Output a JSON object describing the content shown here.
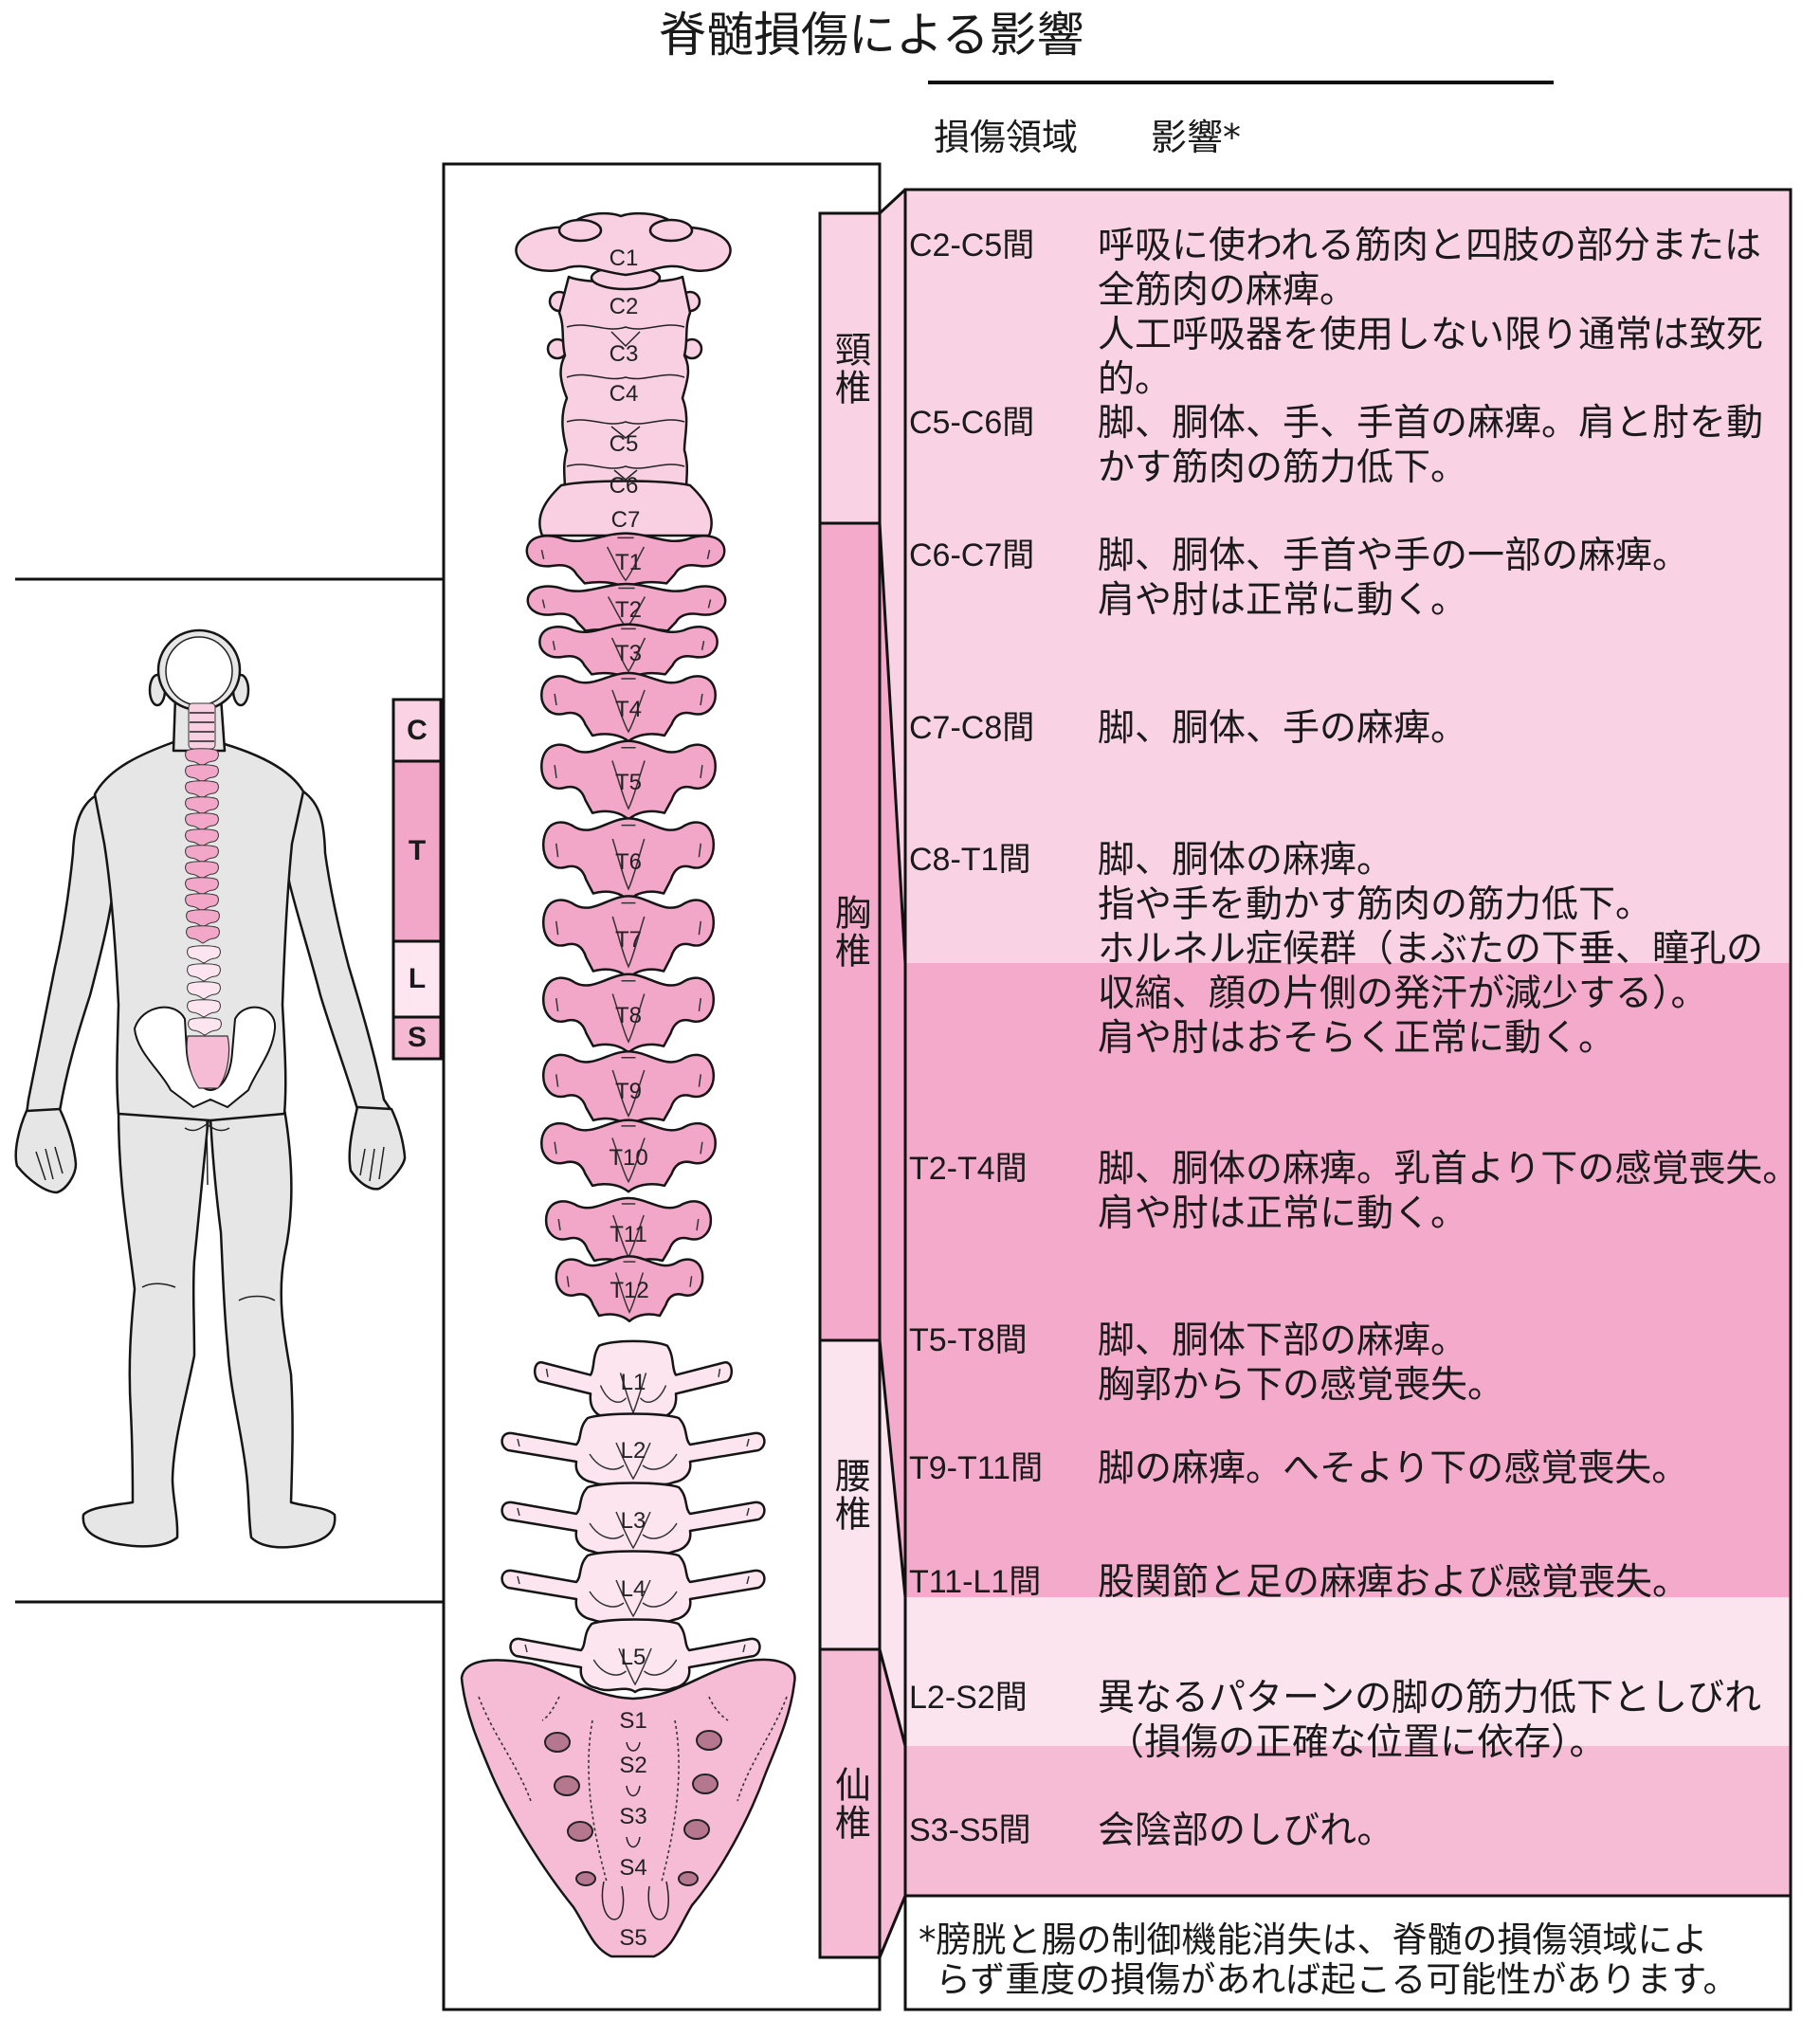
{
  "title": "脊髄損傷による影響",
  "table": {
    "header": {
      "region": "損傷領域",
      "effect": "影響*"
    },
    "rows": [
      {
        "region": "C2-C5間",
        "lines": [
          "呼吸に使われる筋肉と四肢の部分または",
          "全筋肉の麻痺。",
          "人工呼吸器を使用しない限り通常は致死",
          "的。"
        ]
      },
      {
        "region": "C5-C6間",
        "lines": [
          "脚、胴体、手、手首の麻痺。肩と肘を動",
          "かす筋肉の筋力低下。"
        ]
      },
      {
        "region": "C6-C7間",
        "lines": [
          "脚、胴体、手首や手の一部の麻痺。",
          "肩や肘は正常に動く。"
        ]
      },
      {
        "region": "C7-C8間",
        "lines": [
          "脚、胴体、手の麻痺。"
        ]
      },
      {
        "region": "C8-T1間",
        "lines": [
          "脚、胴体の麻痺。",
          "指や手を動かす筋肉の筋力低下。",
          "ホルネル症候群（まぶたの下垂、瞳孔の",
          "収縮、顔の片側の発汗が減少する）。",
          "肩や肘はおそらく正常に動く。"
        ]
      },
      {
        "region": "T2-T4間",
        "lines": [
          "脚、胴体の麻痺。乳首より下の感覚喪失。",
          "肩や肘は正常に動く。"
        ]
      },
      {
        "region": "T5-T8間",
        "lines": [
          "脚、胴体下部の麻痺。",
          "胸郭から下の感覚喪失。"
        ]
      },
      {
        "region": "T9-T11間",
        "lines": [
          "脚の麻痺。へそより下の感覚喪失。"
        ]
      },
      {
        "region": "T11-L1間",
        "lines": [
          "股関節と足の麻痺および感覚喪失。"
        ]
      },
      {
        "region": "L2-S2間",
        "lines": [
          "異なるパターンの脚の筋力低下としびれ",
          "（損傷の正確な位置に依存）。"
        ]
      },
      {
        "region": "S3-S5間",
        "lines": [
          "会陰部のしびれ。"
        ]
      }
    ]
  },
  "footnote": {
    "lines": [
      "*膀胱と腸の制御機能消失は、脊髄の損傷領域によ",
      "らず重度の損傷があれば起こる可能性があります。"
    ]
  },
  "region_bar": [
    {
      "label": "頸椎",
      "color": "#f9d3e4"
    },
    {
      "label": "胸椎",
      "color": "#f4aacb"
    },
    {
      "label": "腰椎",
      "color": "#fce4ee"
    },
    {
      "label": "仙椎",
      "color": "#f6bbd5"
    }
  ],
  "body_key": [
    {
      "label": "C",
      "color": "#f9d3e4"
    },
    {
      "label": "T",
      "color": "#f2a6c8"
    },
    {
      "label": "L",
      "color": "#fde6ef"
    },
    {
      "label": "S",
      "color": "#f6b9d4"
    }
  ],
  "spine_labels": {
    "cervical": [
      "C1",
      "C2",
      "C3",
      "C4",
      "C5",
      "C6",
      "C7"
    ],
    "thoracic": [
      "T1",
      "T2",
      "T3",
      "T4",
      "T5",
      "T6",
      "T7",
      "T8",
      "T9",
      "T10",
      "T11",
      "T12"
    ],
    "lumbar": [
      "L1",
      "L2",
      "L3",
      "L4",
      "L5"
    ],
    "sacral": [
      "S1",
      "S2",
      "S3",
      "S4",
      "S5"
    ]
  },
  "colors": {
    "band_cervical": "#f9d3e4",
    "band_thoracic": "#f4aacb",
    "band_lumbar": "#fce4ee",
    "band_sacral": "#f6bbd5",
    "vert_cervical": "#f9d0e2",
    "vert_thoracic": "#f2a6c8",
    "vert_lumbar": "#fce5ef",
    "vert_sacral": "#f6bbd5",
    "figure_skin": "#e6e6e6",
    "outline": "#151515"
  }
}
